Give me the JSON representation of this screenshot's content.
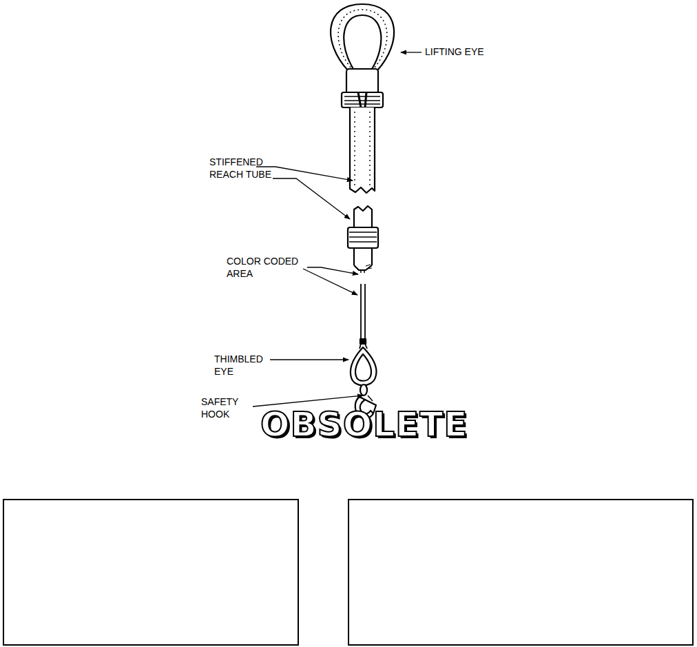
{
  "diagram": {
    "labels": [
      "LIFTING EYE",
      "STIFFENED REACH TUBE",
      "COLOR CODED AREA",
      "THIMBLED EYE",
      "SAFETY HOOK",
      "OBSOLETE"
    ]
  }
}
